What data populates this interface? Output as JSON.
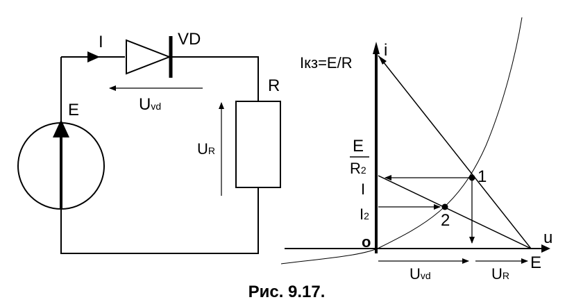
{
  "circuit": {
    "current_label": "I",
    "diode_label": "VD",
    "resistor_label": "R",
    "source_label": "E",
    "vd_voltage_label": {
      "main": "U",
      "sub": "vd"
    },
    "r_voltage_label": {
      "main": "U",
      "sub": "R"
    }
  },
  "graph": {
    "y_axis_label": "i",
    "x_axis_label": "u",
    "origin_label": "o",
    "short_circuit_label": "Iкз=E/R",
    "e_over_r2": {
      "num": "E",
      "den_main": "R",
      "den_sub": "2"
    },
    "i_label": "I",
    "i2_label": {
      "main": "I",
      "sub": "2"
    },
    "point1_label": "1",
    "point2_label": "2",
    "e_axis_label": "E",
    "u_vd_label": {
      "main": "U",
      "sub": "vd"
    },
    "u_r_label": {
      "main": "U",
      "sub": "R"
    }
  },
  "caption": "Рис. 9.17."
}
